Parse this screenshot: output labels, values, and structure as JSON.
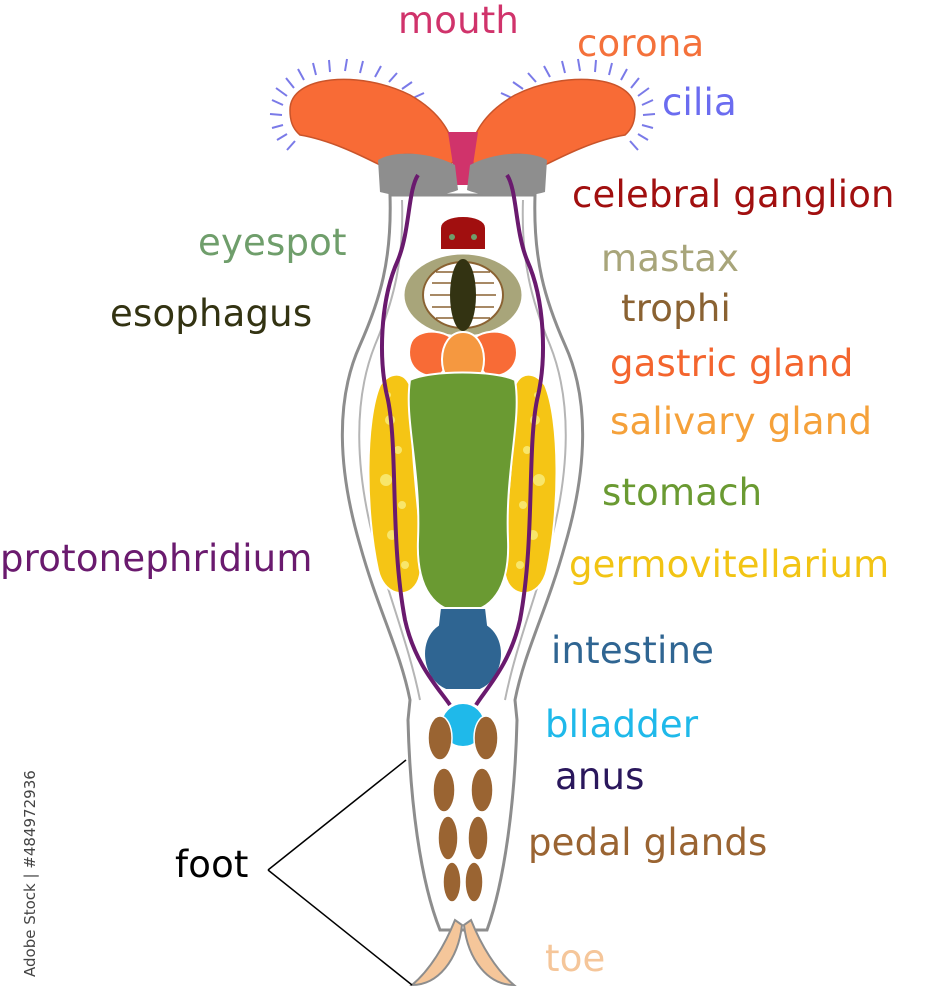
{
  "labels": {
    "mouth": {
      "text": "mouth",
      "color": "#d0336b"
    },
    "corona": {
      "text": "corona",
      "color": "#f4713b"
    },
    "cilia": {
      "text": "cilia",
      "color": "#6b6cf0"
    },
    "ganglion": {
      "text": "celebral ganglion",
      "color": "#a10f0f"
    },
    "eyespot": {
      "text": "eyespot",
      "color": "#6f9e6b"
    },
    "mastax": {
      "text": "mastax",
      "color": "#a8a57a"
    },
    "esophagus": {
      "text": "esophagus",
      "color": "#333312"
    },
    "trophi": {
      "text": "trophi",
      "color": "#8a6232"
    },
    "gastric": {
      "text": "gastric gland",
      "color": "#f4652e"
    },
    "salivary": {
      "text": "salivary gland",
      "color": "#f5a13a"
    },
    "stomach": {
      "text": "stomach",
      "color": "#6a9a32"
    },
    "protonephridium": {
      "text": "protonephridium",
      "color": "#6a1a6e"
    },
    "germo": {
      "text": "germovitellarium",
      "color": "#f2c414"
    },
    "intestine": {
      "text": "intestine",
      "color": "#2f6592"
    },
    "bladder": {
      "text": "blladder",
      "color": "#1fb9ea"
    },
    "anus": {
      "text": "anus",
      "color": "#2a175c"
    },
    "pedal": {
      "text": "pedal glands",
      "color": "#9a6432"
    },
    "foot": {
      "text": "foot",
      "color": "#000000"
    },
    "toe": {
      "text": "toe",
      "color": "#f5c69a"
    }
  },
  "stock_id": "Adobe Stock | #484972936"
}
